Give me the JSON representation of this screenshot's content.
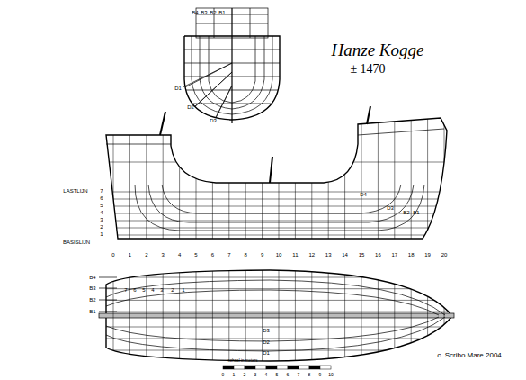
{
  "diagram": {
    "title": "Hanze Kogge",
    "labels": [
      "B4",
      "B3",
      "B2",
      "B1",
      "D1",
      "D2",
      "D3",
      "± 1470",
      "LASTLIJN",
      "7",
      "6",
      "5",
      "4",
      "3",
      "2",
      "1",
      "BASISLIJN",
      "D4",
      "D3",
      "B2",
      "B1",
      "0",
      "1",
      "2",
      "3",
      "4",
      "5",
      "6",
      "7",
      "8",
      "9",
      "10",
      "11",
      "12",
      "13",
      "14",
      "15",
      "16",
      "17",
      "18",
      "19",
      "20",
      "B4",
      "B3",
      "B2",
      "B1",
      "7",
      "6",
      "5",
      "4",
      "3",
      "2",
      "1",
      "D3",
      "D2",
      "D1",
      "schaal in meters",
      "0",
      "1",
      "2",
      "3",
      "4",
      "5",
      "6",
      "7",
      "8",
      "9",
      "10",
      "c. Scribo Mare 2004"
    ]
  }
}
